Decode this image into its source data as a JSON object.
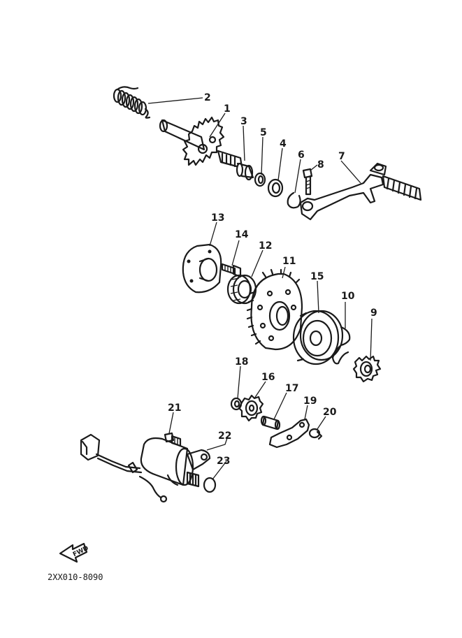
{
  "callouts": [
    "1",
    "2",
    "3",
    "4",
    "5",
    "6",
    "7",
    "8",
    "9",
    "10",
    "11",
    "12",
    "13",
    "14",
    "15",
    "16",
    "17",
    "18",
    "19",
    "20",
    "21",
    "22",
    "23"
  ],
  "fwd_label": "FWD",
  "drawing_code": "2XX010-8090"
}
